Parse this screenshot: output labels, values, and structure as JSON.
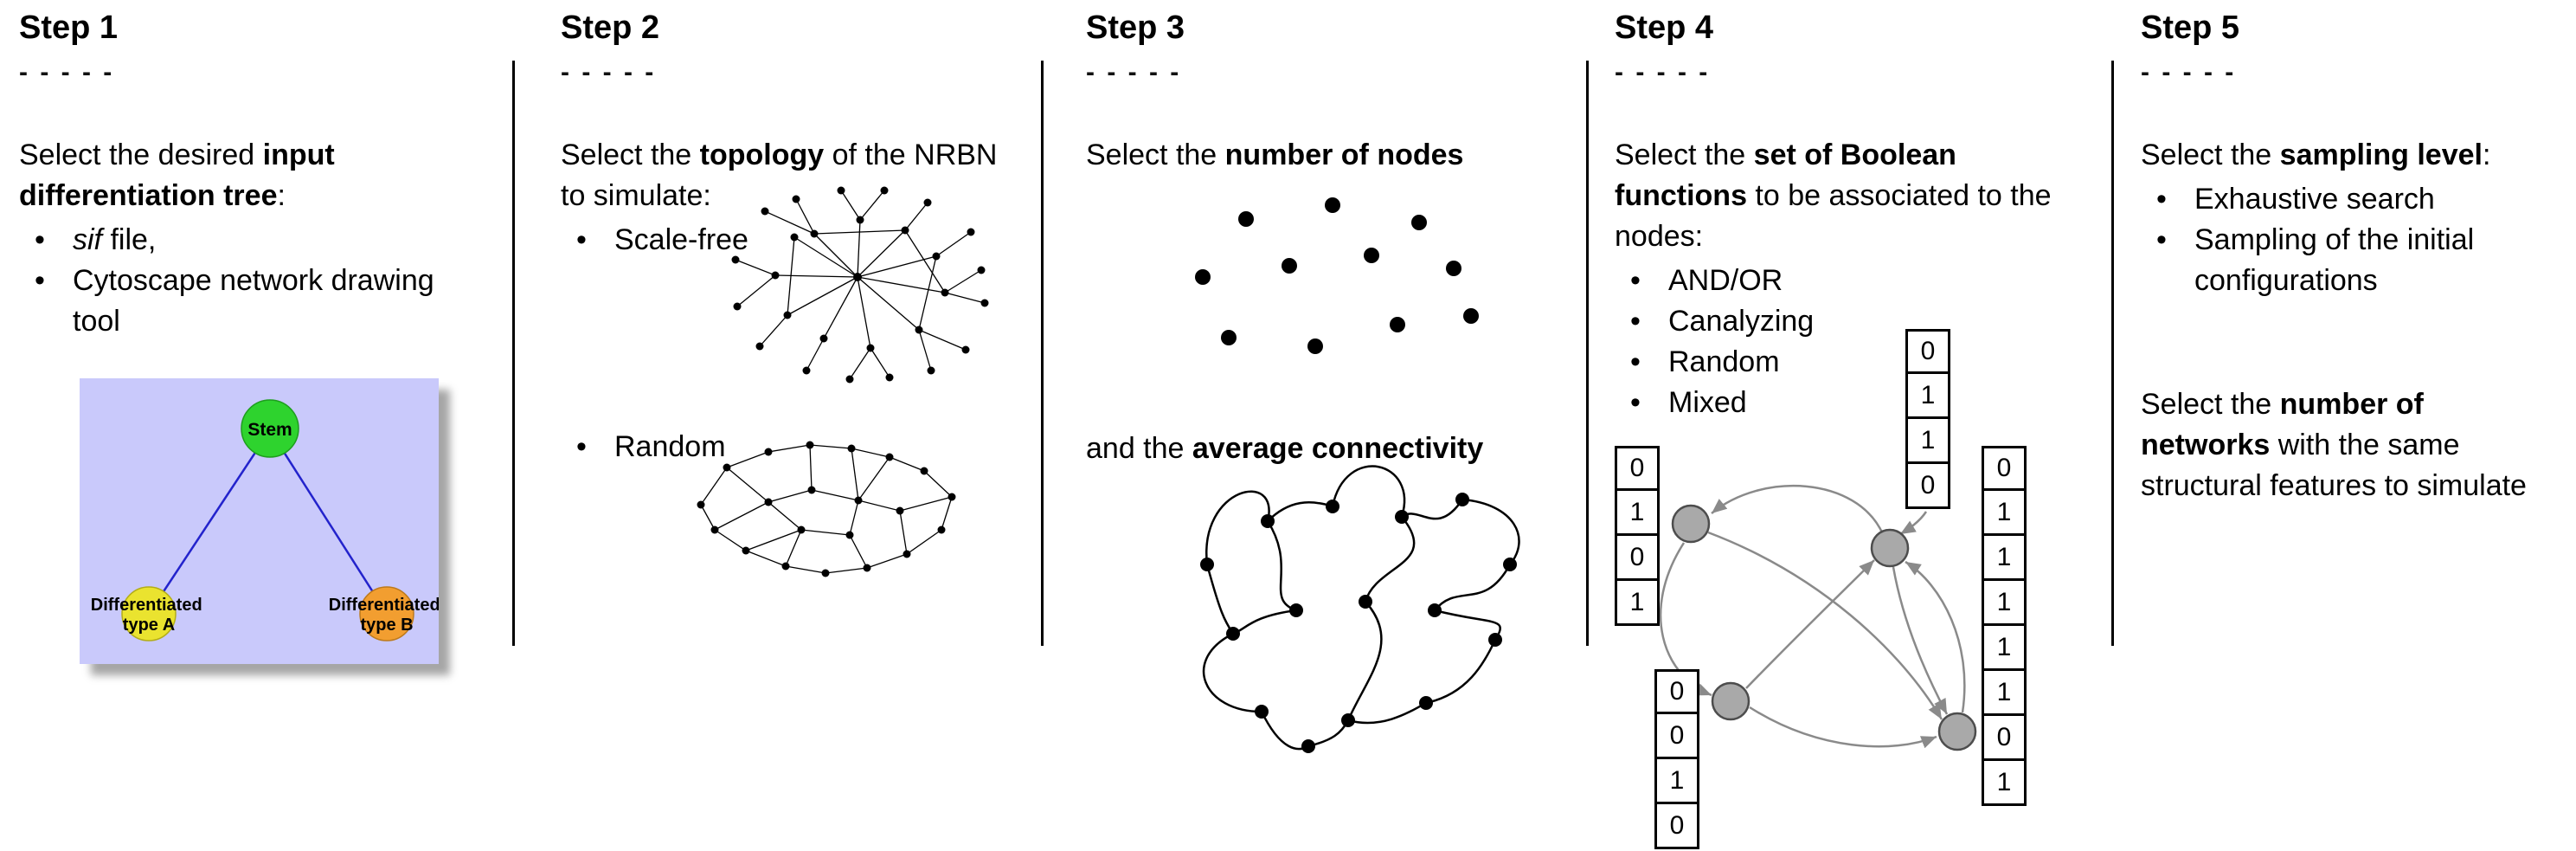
{
  "figure": {
    "background": "#ffffff",
    "divider_color": "#000000"
  },
  "steps": [
    {
      "title": "Step 1",
      "dashes": "- - - - -",
      "intro": [
        {
          "t": "Select the desired "
        },
        {
          "t": "input differentiation tree",
          "b": true
        },
        {
          "t": ":"
        }
      ],
      "bullets": [
        [
          {
            "t": "sif",
            "i": true
          },
          {
            "t": " file,"
          }
        ],
        [
          {
            "t": "Cytoscape network drawing tool"
          }
        ]
      ],
      "tree": {
        "labels": {
          "stem": "Stem",
          "type_a": [
            "Differentiated",
            "type A"
          ],
          "type_b": [
            "Differentiated",
            "type B"
          ]
        },
        "colors": {
          "background": "#c9c9fb",
          "stem": "#2ed32e",
          "type_a": "#eae32f",
          "type_b": "#f29e30",
          "edge": "#2323cc"
        }
      }
    },
    {
      "title": "Step 2",
      "dashes": "- - - - -",
      "intro": [
        {
          "t": "Select the "
        },
        {
          "t": "topology",
          "b": true
        },
        {
          "t": " of the NRBN to simulate:"
        }
      ],
      "bullets": [
        [
          {
            "t": "Scale-free"
          }
        ],
        [
          {
            "t": "Random"
          }
        ]
      ]
    },
    {
      "title": "Step 3",
      "dashes": "- - - - -",
      "intro": [
        {
          "t": "Select the "
        },
        {
          "t": "number of nodes",
          "b": true
        }
      ],
      "connectivity_text": [
        {
          "t": "and the "
        },
        {
          "t": "average connectivity",
          "b": true
        }
      ]
    },
    {
      "title": "Step 4",
      "dashes": "- - - - -",
      "intro": [
        {
          "t": "Select the "
        },
        {
          "t": "set of Boolean functions",
          "b": true
        },
        {
          "t": " to be associated to the nodes:"
        }
      ],
      "bullets": [
        [
          {
            "t": "AND/OR"
          }
        ],
        [
          {
            "t": "Canalyzing"
          }
        ],
        [
          {
            "t": "Random"
          }
        ],
        [
          {
            "t": "Mixed"
          }
        ]
      ],
      "truth_tables": {
        "left": [
          "0",
          "1",
          "0",
          "1"
        ],
        "top": [
          "0",
          "1",
          "1",
          "0"
        ],
        "bottom_left": [
          "0",
          "0",
          "1",
          "0"
        ],
        "right": [
          "0",
          "1",
          "1",
          "1",
          "1",
          "1",
          "0",
          "1"
        ]
      },
      "colors": {
        "node_fill": "#a9a9a9",
        "node_stroke": "#4d4d4d",
        "edge": "#8a8a8a"
      }
    },
    {
      "title": "Step 5",
      "dashes": "- - - - -",
      "intro": [
        {
          "t": "Select the "
        },
        {
          "t": "sampling level",
          "b": true
        },
        {
          "t": ":"
        }
      ],
      "bullets": [
        [
          {
            "t": "Exhaustive search"
          }
        ],
        [
          {
            "t": "Sampling of the initial configurations"
          }
        ]
      ],
      "networks_text": [
        {
          "t": "Select the "
        },
        {
          "t": "number of networks",
          "b": true
        },
        {
          "t": " with the same structural features to simulate"
        }
      ]
    }
  ]
}
